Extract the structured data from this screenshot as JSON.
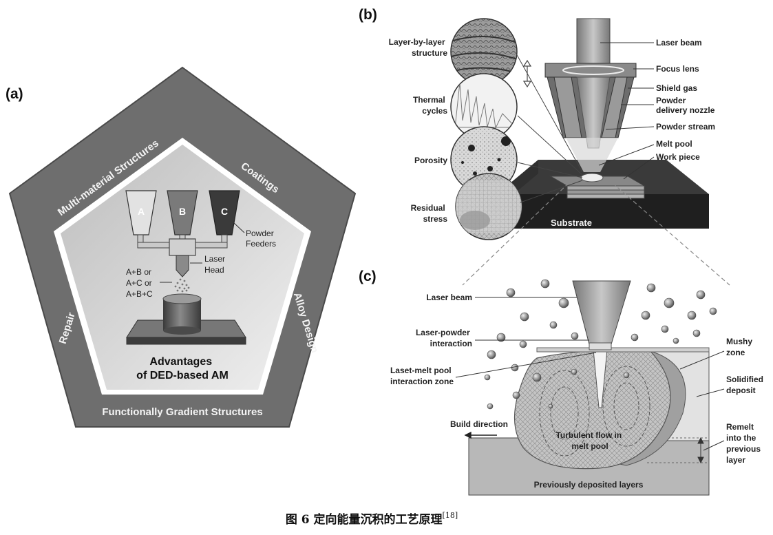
{
  "panel_a": {
    "tag": "(a)",
    "sides": {
      "multi_material": "Multi-material Structures",
      "coatings": "Coatings",
      "alloy_design": "Alloy Design",
      "functionally_gradient": "Functionally Gradient Structures",
      "repair": "Repair"
    },
    "feeders": [
      "A",
      "B",
      "C"
    ],
    "powder_feeders": [
      "Powder",
      "Feeders"
    ],
    "laser_head": [
      "Laser",
      "Head"
    ],
    "mixes": [
      "A+B or",
      "A+C or",
      "A+B+C"
    ],
    "advantages": [
      "Advantages",
      "of DED-based AM"
    ]
  },
  "panel_b": {
    "tag": "(b)",
    "left_labels": [
      [
        "Layer-by-layer",
        "structure"
      ],
      [
        "Thermal",
        "cycles"
      ],
      [
        "Porosity"
      ],
      [
        "Residual",
        "stress"
      ]
    ],
    "right_labels": [
      [
        "Laser beam"
      ],
      [
        "Focus lens"
      ],
      [
        "Shield gas"
      ],
      [
        "Powder",
        "delivery nozzle"
      ],
      [
        "Powder stream"
      ],
      [
        "Melt pool"
      ],
      [
        "Work piece"
      ]
    ],
    "substrate": "Substrate"
  },
  "panel_c": {
    "tag": "(c)",
    "left_labels": [
      [
        "Laser beam"
      ],
      [
        "Laser-powder",
        "interaction"
      ],
      [
        "Laset-melt pool",
        "interaction zone"
      ]
    ],
    "right_labels": [
      [
        "Mushy",
        "zone"
      ],
      [
        "Solidified",
        "deposit"
      ],
      [
        "Remelt",
        "into the",
        "previous",
        "layer"
      ]
    ],
    "build_direction": "Build direction",
    "turbulent": [
      "Turbulent flow in",
      "melt pool"
    ],
    "previous_layers": "Previously deposited layers"
  },
  "caption": {
    "text": "图 6   定向能量沉积的工艺原理",
    "ref": "[18]"
  }
}
